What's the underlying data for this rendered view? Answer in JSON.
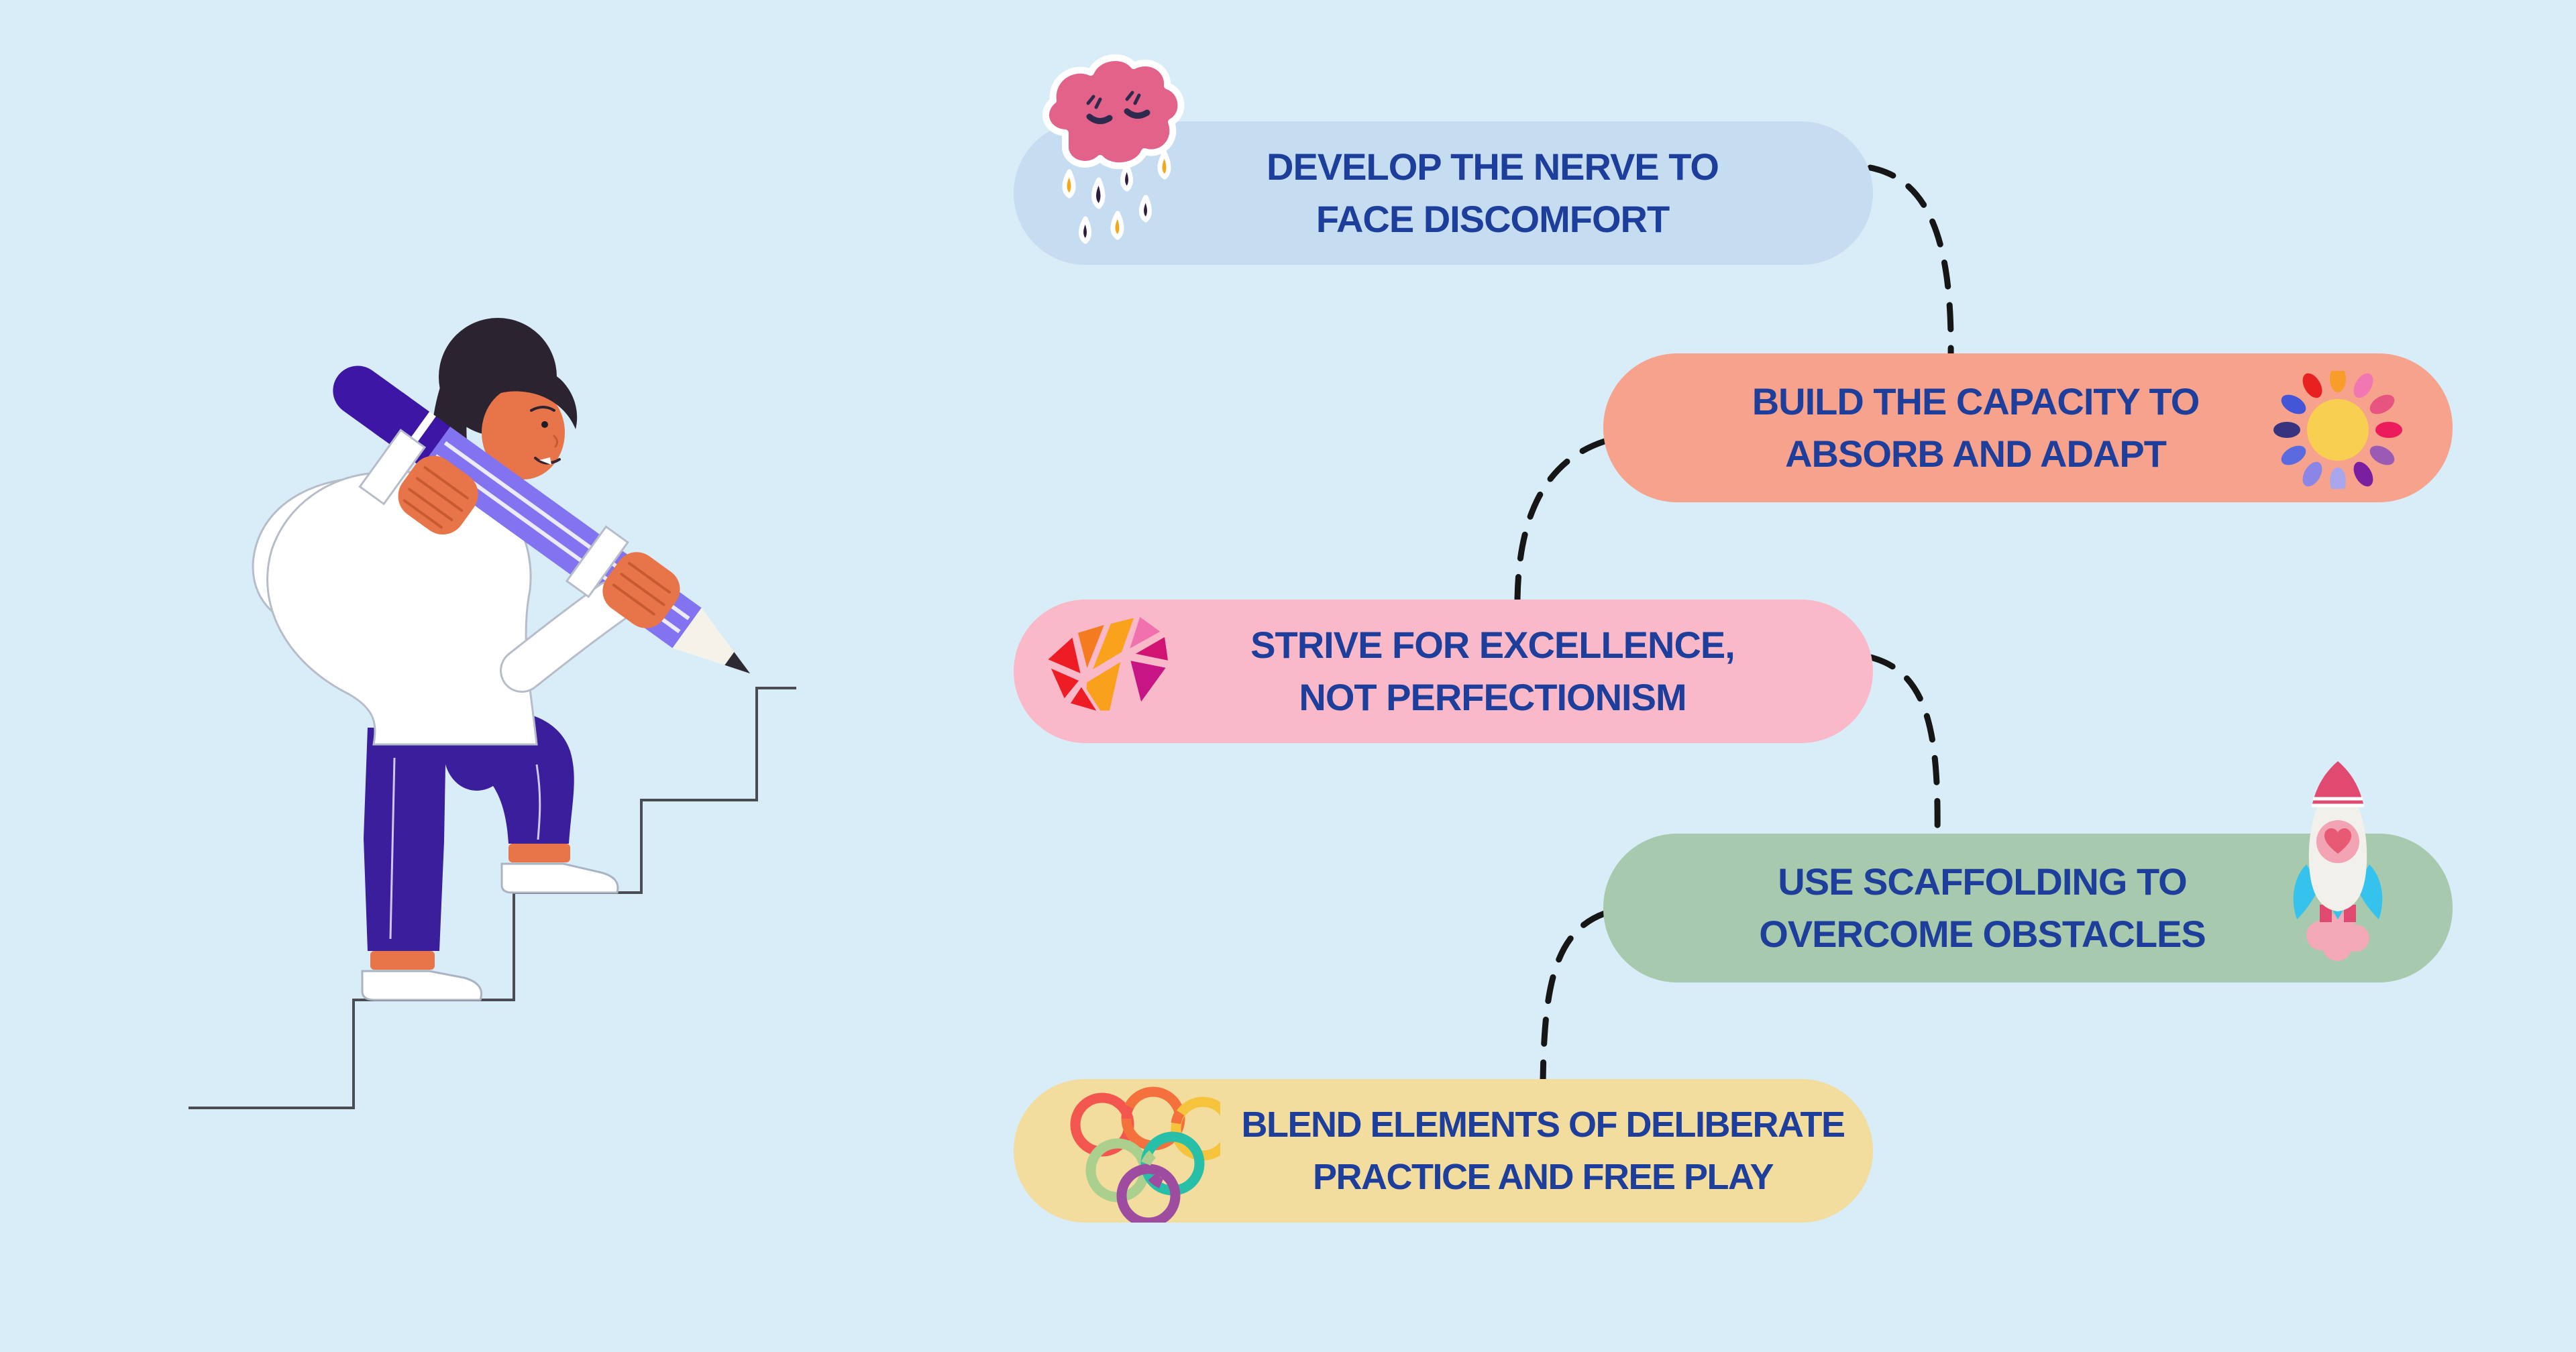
{
  "page": {
    "title": "Resilience growth steps infographic",
    "background_color": "#d9edf8",
    "text_color": "#1e3e9c",
    "connector_color": "#161616",
    "connector_style": "dashed"
  },
  "steps": [
    {
      "lines": [
        "DEVELOP THE NERVE TO",
        "FACE DISCOMFORT"
      ],
      "box_color": "#c6ddf1",
      "icon": "rain-cloud-icon",
      "icon_position": "left"
    },
    {
      "lines": [
        "BUILD THE CAPACITY TO",
        "ABSORB AND ADAPT"
      ],
      "box_color": "#f6a28d",
      "icon": "sun-icon",
      "icon_position": "right"
    },
    {
      "lines": [
        "STRIVE FOR EXCELLENCE,",
        "NOT PERFECTIONISM"
      ],
      "box_color": "#f9b9c8",
      "icon": "gem-icon",
      "icon_position": "left"
    },
    {
      "lines": [
        "USE SCAFFOLDING TO",
        "OVERCOME OBSTACLES"
      ],
      "box_color": "#a7c9ad",
      "icon": "rocket-icon",
      "icon_position": "right"
    },
    {
      "lines": [
        "BLEND ELEMENTS OF DELIBERATE",
        "PRACTICE AND FREE PLAY"
      ],
      "box_color": "#f2dc9e",
      "icon": "interlocking-rings-icon",
      "icon_position": "left"
    }
  ],
  "illustration": {
    "name": "woman-climbing-pencil-drawn-stairs",
    "pencil_shaft_color": "#8273f0",
    "pencil_cap_color": "#3d16a6",
    "pants_color": "#3b1e9b",
    "skin_color": "#e8744a",
    "sweater_color": "#ffffff",
    "hair_color": "#2b2430",
    "stair_line_color": "#4b4b52"
  },
  "icon_palette": {
    "cloud_pink": "#e2628a",
    "raindrop_dark": "#2f1d3a",
    "raindrop_amber": "#f0a81c",
    "sun_core": "#f8cf51",
    "sun_rays": [
      "#e8201f",
      "#f07818",
      "#f89c2a",
      "#f177b2",
      "#e85480",
      "#ec1c5c",
      "#9a5bb5",
      "#7a1fa0",
      "#aaa6ec",
      "#8b86e6",
      "#5b6ade",
      "#38337e"
    ],
    "gem_facets": [
      "#ee1c24",
      "#f47b20",
      "#faa21b",
      "#f171ae",
      "#d11472",
      "#c81586"
    ],
    "rocket_body": "#f2f0ea",
    "rocket_nose": "#e04a71",
    "rocket_fins": "#35c3ee",
    "rocket_window": "#f3a4b4",
    "rocket_heart": "#e85a73",
    "rocket_exhaust": "#f3a9b8",
    "ring_colors": [
      "#f2564f",
      "#f4703c",
      "#f6c33d",
      "#abd08d",
      "#28bfa9",
      "#9d4c9f"
    ]
  }
}
